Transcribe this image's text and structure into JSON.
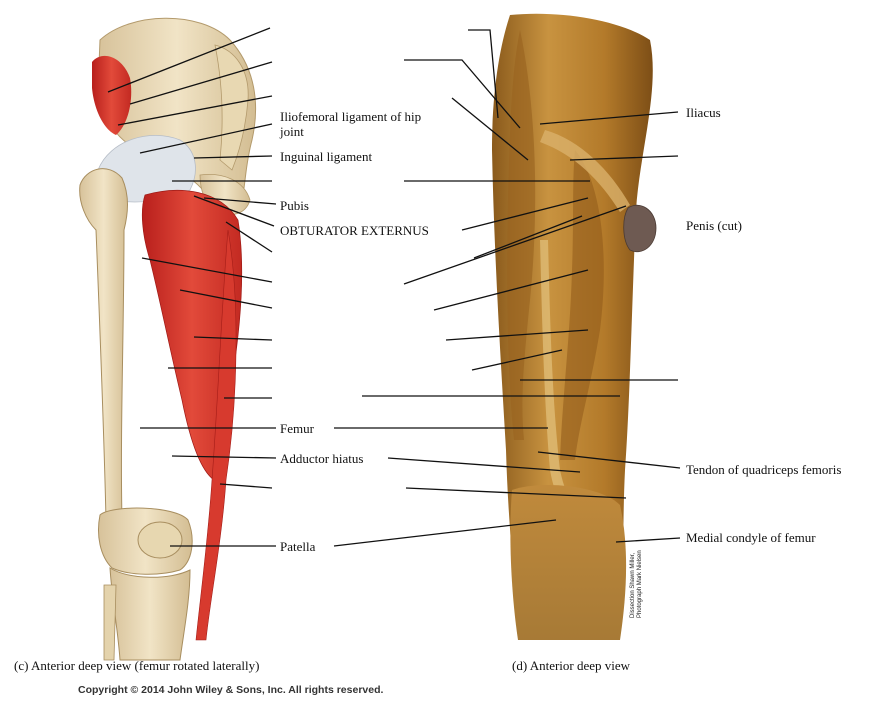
{
  "labels": {
    "left": {
      "iliofemoral": "Iliofemoral ligament of hip joint",
      "inguinal": "Inguinal ligament",
      "pubis": "Pubis",
      "obturator_externus": "OBTURATOR EXTERNUS",
      "femur": "Femur",
      "adductor_hiatus": "Adductor hiatus",
      "patella": "Patella"
    },
    "right": {
      "iliacus": "Iliacus",
      "penis": "Penis (cut)",
      "quadriceps_tendon": "Tendon of quadriceps femoris",
      "medial_condyle": "Medial condyle of femur"
    }
  },
  "captions": {
    "left": "(c) Anterior deep view (femur rotated laterally)",
    "right": "(d) Anterior deep view"
  },
  "copyright": "Copyright © 2014 John Wiley & Sons, Inc. All rights reserved.",
  "photo_credit": {
    "line1": "Dissection Shawn Miller,",
    "line2": "Photograph Mark Nielsen"
  },
  "colors": {
    "bone": "#ead9b4",
    "muscle": "#d8322a",
    "cadaver": "#b5812e",
    "ligament": "#dde3ea"
  }
}
